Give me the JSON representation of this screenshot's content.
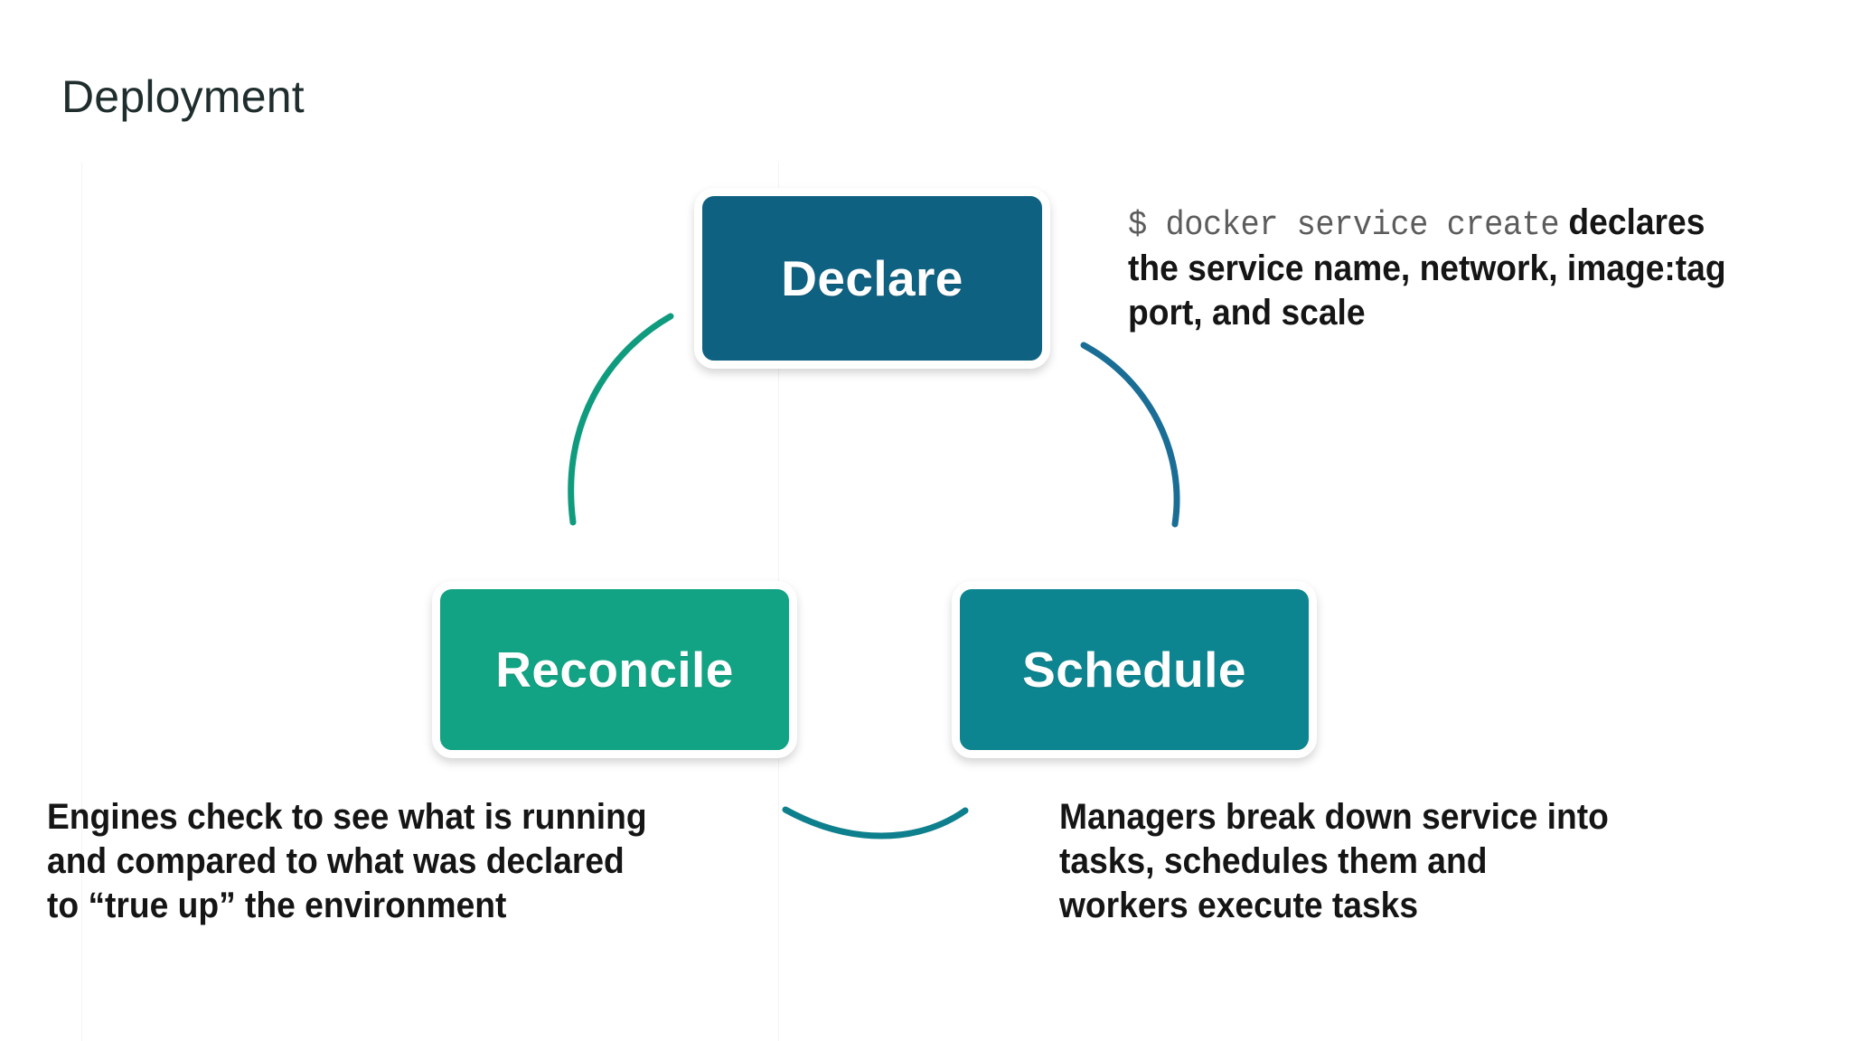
{
  "slide": {
    "title": "Deployment",
    "background_color": "#ffffff",
    "title_color": "#1f2d2d"
  },
  "cycle": {
    "nodes": [
      {
        "id": "declare",
        "label": "Declare",
        "fill_color": "#0f6181",
        "text_color": "#ffffff"
      },
      {
        "id": "reconcile",
        "label": "Reconcile",
        "fill_color": "#11a383",
        "text_color": "#ffffff"
      },
      {
        "id": "schedule",
        "label": "Schedule",
        "fill_color": "#0d8590",
        "text_color": "#ffffff"
      }
    ],
    "connectors": [
      {
        "id": "reconcile-to-declare",
        "color": "#0f9b7e"
      },
      {
        "id": "declare-to-schedule",
        "color": "#1a6e96"
      },
      {
        "id": "schedule-to-reconcile",
        "color": "#0e7f8c"
      }
    ]
  },
  "annotations": {
    "declare": {
      "command": "$ docker service create",
      "lines": [
        "declares",
        "the service name, network, image:tag",
        "port, and scale"
      ]
    },
    "reconcile": {
      "lines": [
        "Engines check to see what is running",
        "and compared to what was declared",
        "to “true up” the environment"
      ]
    },
    "schedule": {
      "lines": [
        "Managers break down service into",
        "tasks, schedules them and",
        "workers execute tasks"
      ]
    }
  }
}
